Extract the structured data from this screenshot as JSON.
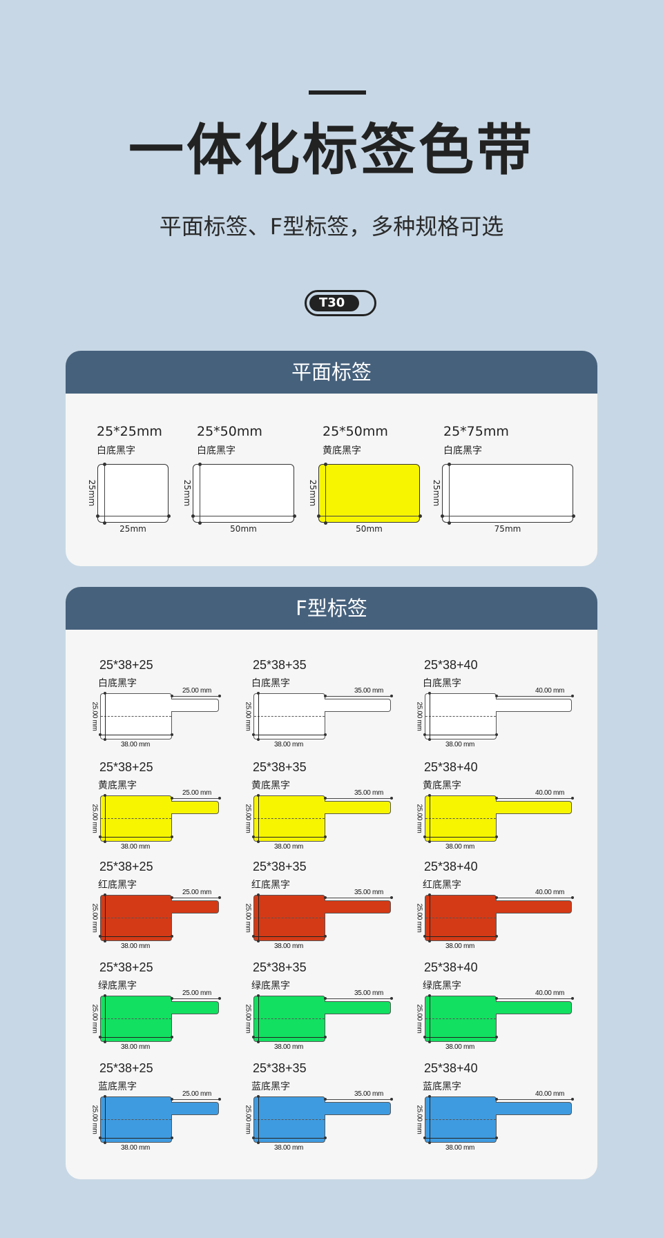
{
  "header": {
    "title": "一体化标签色带",
    "subtitle": "平面标签、F型标签，多种规格可选",
    "model_badge": "T30"
  },
  "colors": {
    "background": "#c7d7e5",
    "card_header": "#46617c",
    "card_body": "#f6f6f6",
    "white": "#ffffff",
    "yellow": "#f7f500",
    "red": "#d43a16",
    "green": "#12e060",
    "blue": "#3f9be0"
  },
  "flat_section": {
    "title": "平面标签",
    "items": [
      {
        "size": "25*25mm",
        "color_label": "白底黑字",
        "height_label": "25mm",
        "width_label": "25mm",
        "fill": "#ffffff"
      },
      {
        "size": "25*50mm",
        "color_label": "白底黑字",
        "height_label": "25mm",
        "width_label": "50mm",
        "fill": "#ffffff"
      },
      {
        "size": "25*50mm",
        "color_label": "黄底黑字",
        "height_label": "25mm",
        "width_label": "50mm",
        "fill": "#f7f500"
      },
      {
        "size": "25*75mm",
        "color_label": "白底黑字",
        "height_label": "25mm",
        "width_label": "75mm",
        "fill": "#ffffff"
      }
    ]
  },
  "f_section": {
    "title": "F型标签",
    "height_label": "25.00 mm",
    "main_width_label": "38.00 mm",
    "rows": [
      {
        "color_label": "白底黑字",
        "fill": "#ffffff",
        "items": [
          {
            "size": "25*38+25",
            "tab_label": "25.00 mm"
          },
          {
            "size": "25*38+35",
            "tab_label": "35.00 mm"
          },
          {
            "size": "25*38+40",
            "tab_label": "40.00 mm"
          }
        ]
      },
      {
        "color_label": "黄底黑字",
        "fill": "#f7f500",
        "items": [
          {
            "size": "25*38+25",
            "tab_label": "25.00 mm"
          },
          {
            "size": "25*38+35",
            "tab_label": "35.00 mm"
          },
          {
            "size": "25*38+40",
            "tab_label": "40.00 mm"
          }
        ]
      },
      {
        "color_label": "红底黑字",
        "fill": "#d43a16",
        "items": [
          {
            "size": "25*38+25",
            "tab_label": "25.00 mm"
          },
          {
            "size": "25*38+35",
            "tab_label": "35.00 mm"
          },
          {
            "size": "25*38+40",
            "tab_label": "40.00 mm"
          }
        ]
      },
      {
        "color_label": "绿底黑字",
        "fill": "#12e060",
        "items": [
          {
            "size": "25*38+25",
            "tab_label": "25.00 mm"
          },
          {
            "size": "25*38+35",
            "tab_label": "35.00 mm"
          },
          {
            "size": "25*38+40",
            "tab_label": "40.00 mm"
          }
        ]
      },
      {
        "color_label": "蓝底黑字",
        "fill": "#3f9be0",
        "items": [
          {
            "size": "25*38+25",
            "tab_label": "25.00 mm"
          },
          {
            "size": "25*38+35",
            "tab_label": "35.00 mm"
          },
          {
            "size": "25*38+40",
            "tab_label": "40.00 mm"
          }
        ]
      }
    ]
  }
}
